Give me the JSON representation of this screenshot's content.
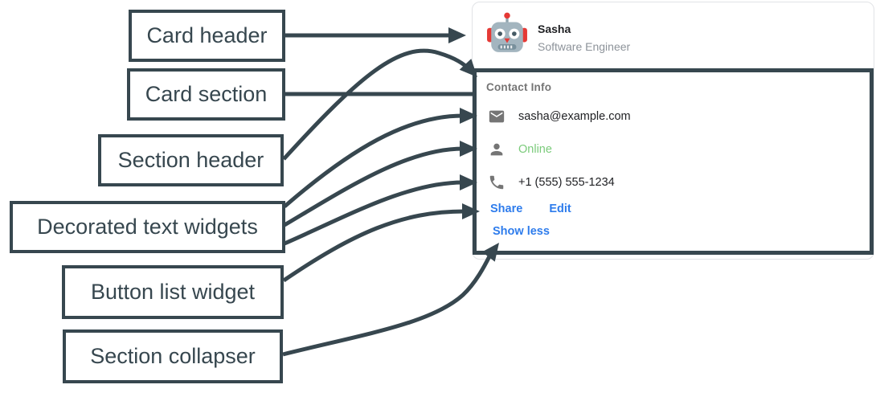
{
  "theme": {
    "annotation": "#37474f",
    "link_blue": "#2e7cec",
    "online_green": "#7bcb7b",
    "icon_gray": "#757575",
    "text_dark": "#202124",
    "text_gray": "#8d939a",
    "section_title_gray": "#757575",
    "card_border": "#e1e3e6"
  },
  "labels": [
    {
      "id": "card-header",
      "text": "Card header"
    },
    {
      "id": "card-section",
      "text": "Card section"
    },
    {
      "id": "section-header",
      "text": "Section header"
    },
    {
      "id": "decorated-text-widgets",
      "text": "Decorated text widgets"
    },
    {
      "id": "button-list-widget",
      "text": "Button list widget"
    },
    {
      "id": "section-collapser",
      "text": "Section collapser"
    }
  ],
  "card": {
    "header": {
      "name": "Sasha",
      "subtitle": "Software Engineer",
      "avatar": "robot-avatar"
    },
    "section": {
      "title": "Contact Info",
      "rows": [
        {
          "icon": "email-icon",
          "text": "sasha@example.com",
          "style": "dark"
        },
        {
          "icon": "person-icon",
          "text": "Online",
          "style": "green"
        },
        {
          "icon": "phone-icon",
          "text": "+1 (555) 555-1234",
          "style": "dark"
        }
      ],
      "buttons": [
        {
          "label": "Share"
        },
        {
          "label": "Edit"
        }
      ],
      "collapser_label": "Show less"
    }
  }
}
